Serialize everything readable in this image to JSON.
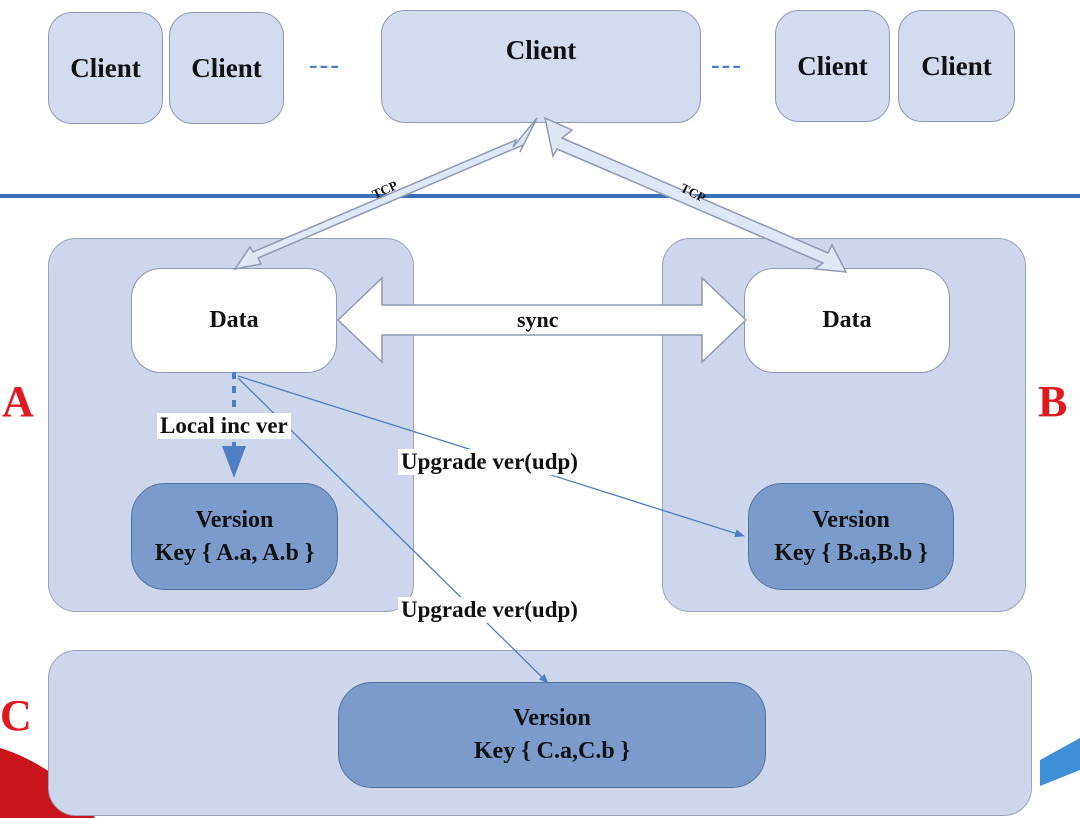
{
  "clients": [
    "Client",
    "Client",
    "Client",
    "Client",
    "Client"
  ],
  "ellipsis": [
    "---",
    "---"
  ],
  "edges": {
    "tcp_left": "TCP",
    "tcp_right": "TCP",
    "sync": "sync"
  },
  "regions": {
    "a": {
      "letter": "A",
      "data": "Data",
      "local_label": "Local inc ver",
      "version_title": "Version",
      "version_keys": "Key { A.a, A.b }"
    },
    "b": {
      "letter": "B",
      "data": "Data",
      "version_title": "Version",
      "version_keys": "Key { B.a,B.b }"
    },
    "c": {
      "letter": "C",
      "version_title": "Version",
      "version_keys": "Key { C.a,C.b }"
    }
  },
  "upgrade_labels": [
    "Upgrade ver(udp)",
    "Upgrade ver(udp)"
  ],
  "colors": {
    "divider": "#3a72b8",
    "arrow_blue": "#4f7ec4",
    "letter_red": "#e0191f",
    "client_fill": "#d3dcef",
    "version_fill": "#7b9bcd"
  }
}
